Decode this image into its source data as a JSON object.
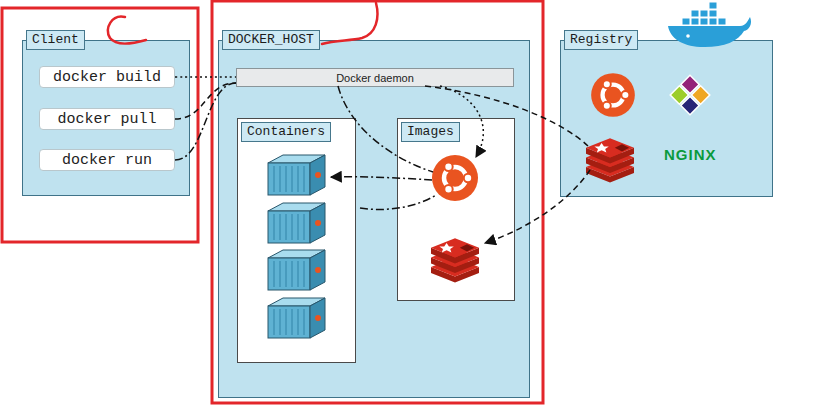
{
  "diagram": {
    "nodes": [
      {
        "text": [
          "Client"
        ]
      },
      {
        "text": [
          "docker build"
        ],
        "in": 0
      },
      {
        "text": [
          "docker pull"
        ],
        "in": 0
      },
      {
        "text": [
          "docker run"
        ],
        "in": 0
      },
      {
        "text": [
          "DOCKER_HOST"
        ]
      },
      {
        "text": [
          "Docker daemon"
        ],
        "in": 4
      },
      {
        "text": [
          "Containers"
        ],
        "in": 4
      },
      {
        "text": [
          "Images"
        ],
        "in": 4
      },
      {
        "text": [
          "Registry"
        ]
      }
    ],
    "edges": [
      {
        "from": 1,
        "to": 5,
        "arrow": "none"
      },
      {
        "from": 2,
        "to": 5,
        "arrow": "none"
      },
      {
        "from": 3,
        "to": 5,
        "arrow": "none"
      }
    ],
    "labels": [
      "NGINX"
    ]
  }
}
